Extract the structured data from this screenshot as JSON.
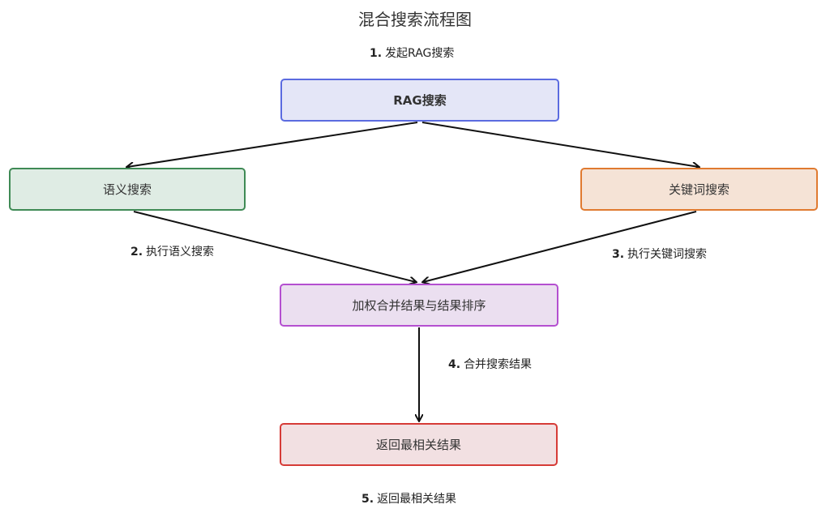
{
  "title": "混合搜索流程图",
  "nodes": {
    "rag": "RAG搜索",
    "semantic": "语义搜索",
    "keyword": "关键词搜索",
    "merge": "加权合并结果与结果排序",
    "return": "返回最相关结果"
  },
  "steps": [
    {
      "num": "1.",
      "label": "发起RAG搜索"
    },
    {
      "num": "2.",
      "label": "执行语义搜索"
    },
    {
      "num": "3.",
      "label": "执行关键词搜索"
    },
    {
      "num": "4.",
      "label": "合并搜索结果"
    },
    {
      "num": "5.",
      "label": "返回最相关结果"
    }
  ],
  "colors": {
    "rag": "#5b6be0",
    "semantic": "#3f8a55",
    "keyword": "#e07a30",
    "merge": "#b44fd0",
    "return": "#d63b37"
  }
}
